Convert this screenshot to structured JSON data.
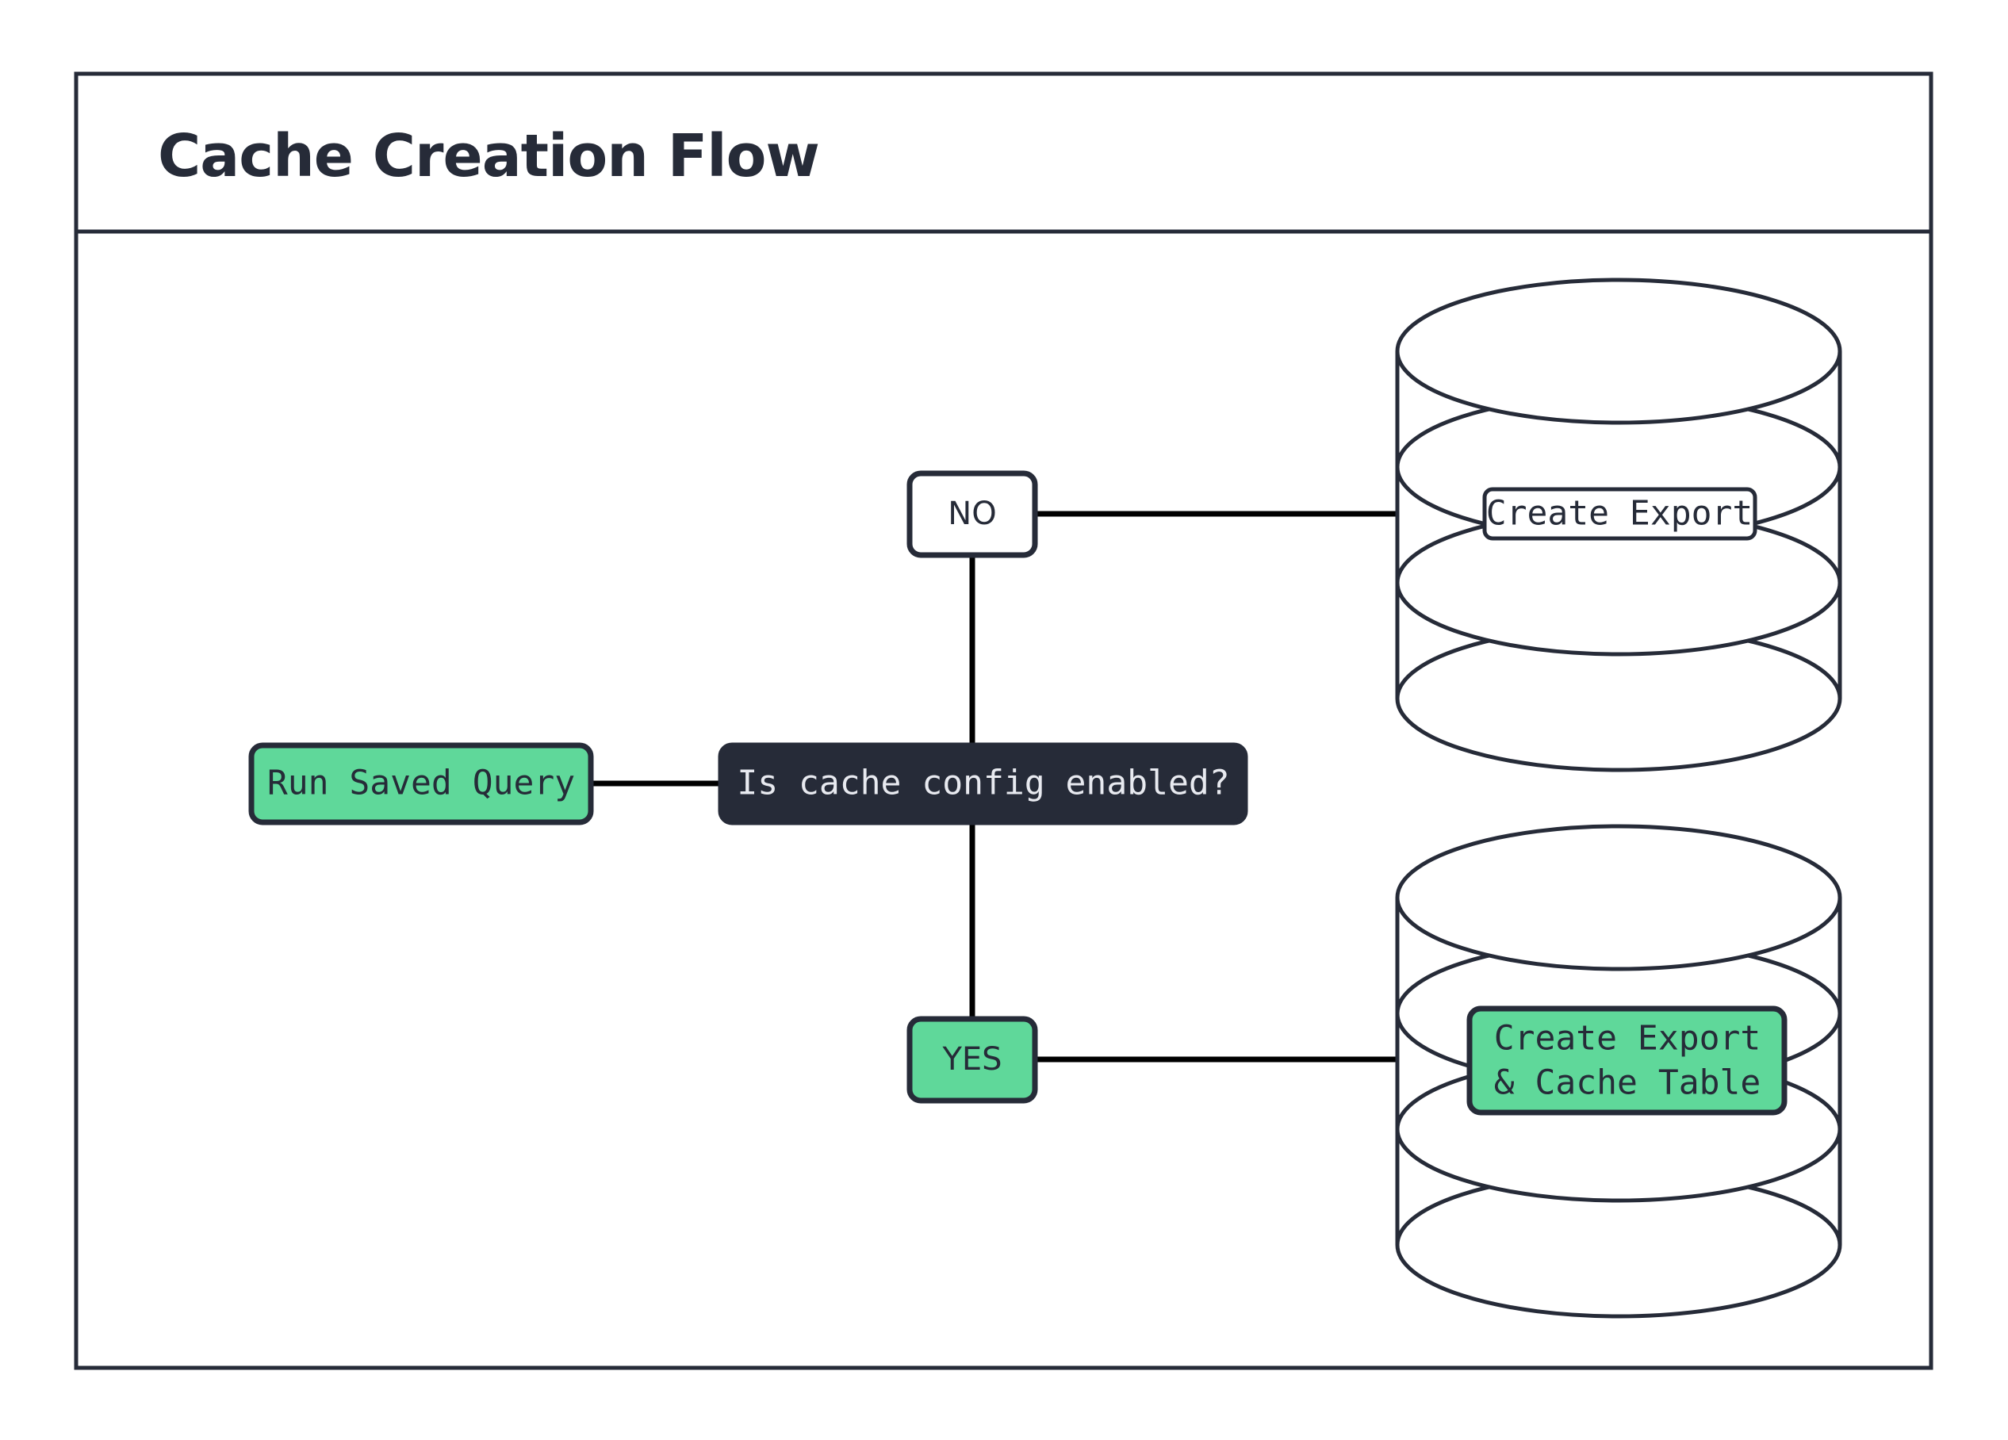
{
  "frame": {
    "title": "Cache Creation Flow"
  },
  "nodes": {
    "start": {
      "label": "Run Saved Query",
      "fill": "#5fd89a",
      "shape": "rounded-rect"
    },
    "decision": {
      "label": "Is cache config enabled?",
      "fill": "#262b38",
      "shape": "rounded-rect"
    },
    "branch_no": {
      "label": "NO",
      "fill": "#ffffff",
      "shape": "rounded-rect"
    },
    "branch_yes": {
      "label": "YES",
      "fill": "#5fd89a",
      "shape": "rounded-rect"
    },
    "export_only": {
      "label": "Create Export",
      "fill": "#ffffff",
      "shape": "rounded-rect",
      "container": "database-cylinder"
    },
    "export_cache_line1": {
      "label": "Create Export"
    },
    "export_cache_line2": {
      "label": "& Cache Table"
    },
    "export_cache": {
      "fill": "#5fd89a",
      "shape": "rounded-rect",
      "container": "database-cylinder"
    }
  },
  "colors": {
    "accent_green": "#5fd89a",
    "dark_navy": "#262b38",
    "stroke": "#262b38",
    "background": "#ffffff"
  },
  "edges": [
    {
      "from": "start",
      "to": "decision"
    },
    {
      "from": "decision",
      "to": "branch_no"
    },
    {
      "from": "decision",
      "to": "branch_yes"
    },
    {
      "from": "branch_no",
      "to": "export_only"
    },
    {
      "from": "branch_yes",
      "to": "export_cache"
    }
  ]
}
